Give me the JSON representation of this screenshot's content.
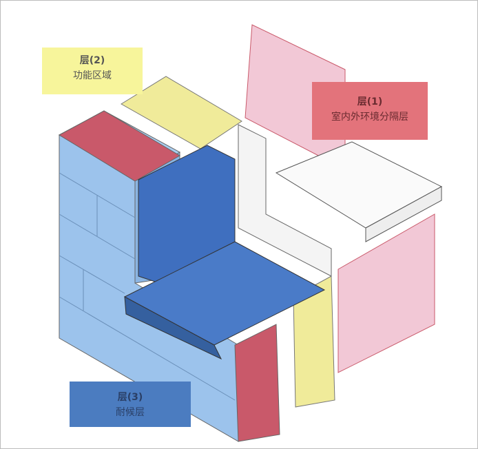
{
  "labels": {
    "layer2": {
      "title": "层(2)",
      "subtitle": "功能区域"
    },
    "layer1": {
      "title": "层(1)",
      "subtitle": "室内外环境分隔层"
    },
    "layer3": {
      "title": "层(3)",
      "subtitle": "耐候层"
    }
  },
  "colors": {
    "brick": "#9cc3ec",
    "flashing": "#3f6fbf",
    "insulation": "#f0eb9a",
    "interior": "#f2c8d6",
    "red": "#c9596a"
  }
}
